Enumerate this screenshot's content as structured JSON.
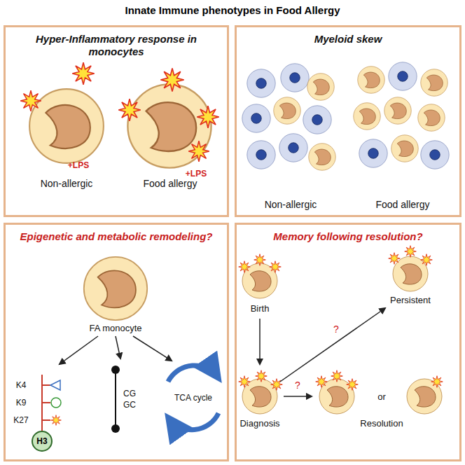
{
  "diagram": {
    "title": "Innate Immune phenotypes in Food Allergy",
    "nodes": [
      {
        "text": [
          "Hyper-Inflammatory response in monocytes"
        ]
      },
      {
        "text": [
          "Myeloid skew"
        ]
      },
      {
        "text": [
          "Epigenetic and metabolic remodeling?"
        ]
      },
      {
        "text": [
          "Memory following resolution?"
        ]
      },
      {
        "text": [
          "H3"
        ],
        "in": 2
      }
    ],
    "labels": [
      "+LPS",
      "Non-allergic",
      "+LPS",
      "Food allergy",
      "Non-allergic",
      "Food allergy",
      "FA monocyte",
      "K4",
      "K9",
      "K27",
      "CG",
      "GC",
      "TCA cycle",
      "Birth",
      "Persistent",
      "?",
      "Diagnosis",
      "?",
      "Resolution",
      "or"
    ]
  }
}
